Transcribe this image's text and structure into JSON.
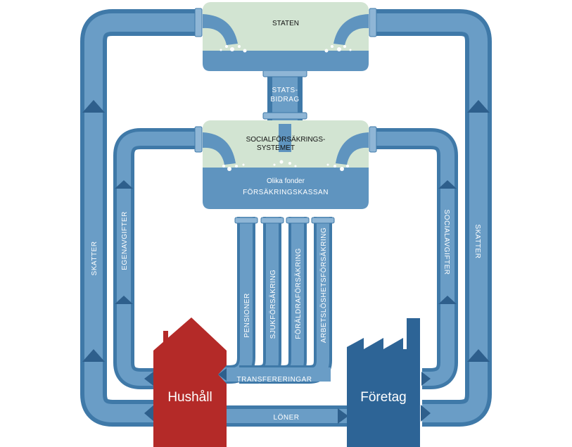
{
  "nodes": {
    "staten": "STATEN",
    "social_line1": "SOCIALFÖRSÄKRINGS-",
    "social_line2": "SYSTEMET",
    "olika_fonder": "Olika fonder",
    "forsakringskassan": "FÖRSÄKRINGSKASSAN",
    "hushall": "Hushåll",
    "foretag": "Företag"
  },
  "flows": {
    "skatter_left": "SKATTER",
    "skatter_right": "SKATTER",
    "egenavgifter": "EGENAVGIFTER",
    "socialavgifter": "SOCIALAVGIFTER",
    "statsbidrag_line1": "STATS-",
    "statsbidrag_line2": "BIDRAG",
    "pensioner": "PENSIONER",
    "sjukforsakring": "SJUKFÖRSÄKRING",
    "foraldraforsakring": "FÖRÄLDRAFÖRSÄKRING",
    "arbetsloshetsforsakring": "ARBETSLÖSHETSFÖRSÄKRING",
    "transfereringar": "TRANSFERERINGAR",
    "loner": "LÖNER"
  },
  "colors": {
    "pipe": "#5f94bf",
    "pipe_light": "#9cc0dd",
    "tank_water": "#5f94bf",
    "tank_air": "#d2e4d2",
    "house": "#b42a28",
    "factory": "#2d6496"
  }
}
